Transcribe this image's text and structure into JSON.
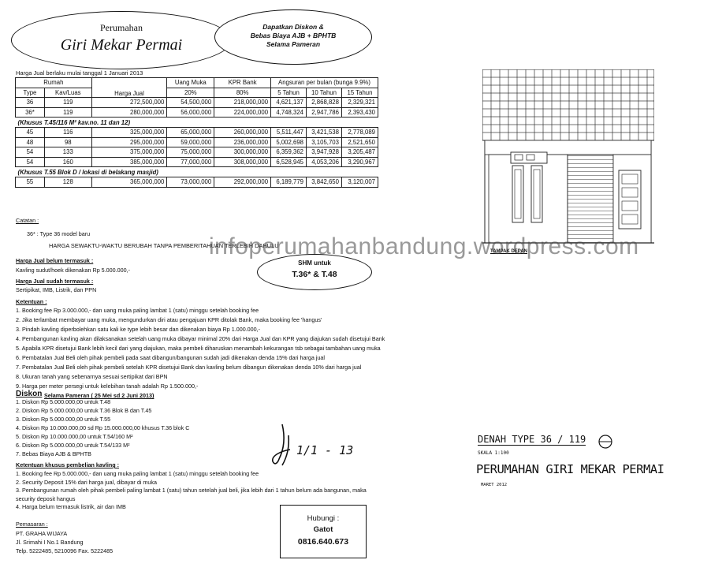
{
  "header": {
    "perumahan": "Perumahan",
    "name": "Giri Mekar Permai",
    "promo": [
      "Dapatkan Diskon &",
      "Bebas Biaya AJB + BPHTB",
      "Selama Pameran"
    ]
  },
  "price_note": "Harga Jual berlaku mulai tanggal 1 Januari 2013",
  "table": {
    "h_rumah": "Rumah",
    "h_uang_muka": "Uang Muka",
    "h_kpr": "KPR Bank",
    "h_angsuran": "Angsuran per bulan (bunga 9.9%)",
    "h_type": "Type",
    "h_kav": "Kav/Luas",
    "h_harga": "Harga Jual",
    "h_um_pct": "20%",
    "h_kpr_pct": "80%",
    "h_5": "5 Tahun",
    "h_10": "10 Tahun",
    "h_15": "15 Tahun",
    "group1": [
      [
        "36",
        "119",
        "272,500,000",
        "54,500,000",
        "218,000,000",
        "4,621,137",
        "2,868,828",
        "2,329,321"
      ],
      [
        "36*",
        "119",
        "280,000,000",
        "56,000,000",
        "224,000,000",
        "4,748,324",
        "2,947,786",
        "2,393,430"
      ]
    ],
    "note1": "(Khusus T.45/116 M² kav.no. 11 dan 12)",
    "group2": [
      [
        "45",
        "116",
        "325,000,000",
        "65,000,000",
        "260,000,000",
        "5,511,447",
        "3,421,538",
        "2,778,089"
      ],
      [
        "48",
        "98",
        "295,000,000",
        "59,000,000",
        "236,000,000",
        "5,002,698",
        "3,105,703",
        "2,521,650"
      ],
      [
        "54",
        "133",
        "375,000,000",
        "75,000,000",
        "300,000,000",
        "6,359,362",
        "3,947,928",
        "3,205,487"
      ],
      [
        "54",
        "160",
        "385,000,000",
        "77,000,000",
        "308,000,000",
        "6,528,945",
        "4,053,206",
        "3,290,967"
      ]
    ],
    "note2": "(Khusus T.55 Blok D / lokasi di belakang masjid)",
    "group3": [
      [
        "55",
        "128",
        "365,000,000",
        "73,000,000",
        "292,000,000",
        "6,189,779",
        "3,842,650",
        "3,120,007"
      ]
    ]
  },
  "catatan_label": "Catatan :",
  "catatan_text": "36* :  Type 36  model baru",
  "disclaimer": "HARGA SEWAKTU-WAKTU BERUBAH TANPA PEMBERITAHUAN TERLEBIH DAHULU",
  "shm": {
    "line1": "SHM untuk",
    "line2": "T.36* & T.48"
  },
  "watermark": "infoperumahanbandung.wordpress.com",
  "belum_title": "Harga Jual belum termasuk :",
  "belum_text": "Kavling sudut/hoek dikenakan Rp 5.000.000,-",
  "sudah_title": "Harga Jual sudah termasuk :",
  "sudah_text": "Sertipikat, IMB, Listrik, dan PPN",
  "ketentuan_title": "Ketentuan :",
  "ketentuan": [
    "1. Booking fee Rp 3.000.000,- dan uang muka paling lambat 1 (satu) minggu setelah booking fee",
    "2. Jika terlambat membayar uang muka, mengundurkan diri atau pengajuan KPR ditolak Bank, maka booking fee 'hangus'",
    "3. Pindah kavling diperbolehkan satu kali ke type lebih besar dan dikenakan biaya Rp 1.000.000,-",
    "4. Pembangunan kavling akan dilaksanakan setelah uang muka dibayar minimal 20% dari Harga Jual dan KPR yang diajukan sudah disetujui Bank",
    "5. Apabila KPR disetujui Bank lebih kecil dari yang diajukan, maka pembeli diharuskan menambah kekurangan tsb   sebagai tambahan uang muka",
    "6. Pembatalan Jual Beli oleh pihak pembeli pada saat dibangun/bangunan sudah jadi dikenakan denda 15%   dari harga jual",
    "7. Pembatalan Jual Beli oleh pihak pembeli setelah KPR disetujui Bank dan kavling belum dibangun dikenakan denda   10% dari harga jual",
    "8. Ukuran tanah yang sebenarnya sesuai sertipikat dari BPN",
    "9. Harga per meter persegi untuk kelebihan tanah adalah Rp 1.500.000,-"
  ],
  "diskon_title": "Diskon",
  "diskon_subtitle": "Selama Pameran ( 25 Mei sd 2 Juni 2013)",
  "diskon": [
    "1.  Diskon Rp 5.000.000,00 untuk T.48",
    "2. Diskon Rp 5.000.000,00 untuk T.36 Blok B dan T.45",
    "3. Diskon Rp 5.000.000,00 untuk T.55",
    "4. Diskon Rp 10.000.000,00 sd Rp 15.000.000,00 khusus T.36 blok C",
    "5. Diskon Rp 10.000.000,00  untuk T.54/160 M²",
    "6. Diskon Rp  5.000.000,00  untuk T.54/133 M²",
    "7. Bebas Biaya AJB & BPHTB"
  ],
  "handwriting": "1/1 - 13",
  "khusus_title": "Ketentuan khusus pembelian kavling :",
  "khusus": [
    "1.  Booking fee Rp 5.000.000,- dan uang muka paling lambat 1 (satu) minggu setelah booking fee",
    "2.  Security Deposit  15% dari harga jual, dibayar di muka",
    "3.  Pembangunan rumah oleh pihak pembeli paling lambat 1 (satu) tahun setelah jual beli, jika lebih dari 1 tahun belum ada bangunan, maka",
    "     security deposit  hangus",
    "4.  Harga belum termasuk listrik, air dan IMB"
  ],
  "pemasaran_title": "Pemasaran :",
  "pemasaran": [
    "PT. GRAHA WIJAYA",
    "Jl. Srimahi I No.1  Bandung",
    "Telp. 5222485, 5210096  Fax. 5222485"
  ],
  "hubungi": {
    "label": "Hubungi :",
    "name": "Gatot",
    "phone": "0816.640.673"
  },
  "drawing": {
    "tampak": "TAMPAK DEPAN",
    "denah": "DENAH TYPE 36 / 119",
    "skala": "SKALA 1:100",
    "title": "PERUMAHAN GIRI MEKAR PERMAI",
    "date": "MARET 2012"
  }
}
